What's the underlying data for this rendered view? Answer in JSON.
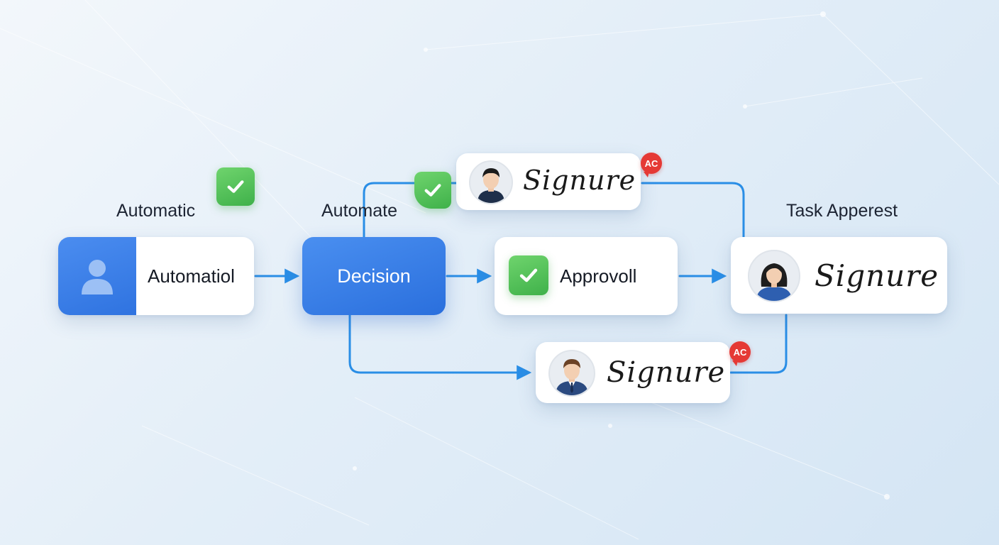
{
  "labels": {
    "automatic": "Automatic",
    "automate": "Automate",
    "task": "Task Apperest"
  },
  "nodes": {
    "start": {
      "text": "Automatiol",
      "icon": "user-icon"
    },
    "decision": {
      "text": "Decision"
    },
    "approval": {
      "text": "Approvoll",
      "icon": "check-icon"
    },
    "sign_top": {
      "signature": "Signure",
      "badge": "AC"
    },
    "sign_bottom": {
      "signature": "Signure",
      "badge": "AC"
    },
    "task_sign": {
      "signature": "Signure"
    }
  },
  "colors": {
    "accent_blue": "#2f73e0",
    "connector_blue": "#2a8ee6",
    "check_green": "#4cbf4f",
    "alert_red": "#e53935"
  }
}
